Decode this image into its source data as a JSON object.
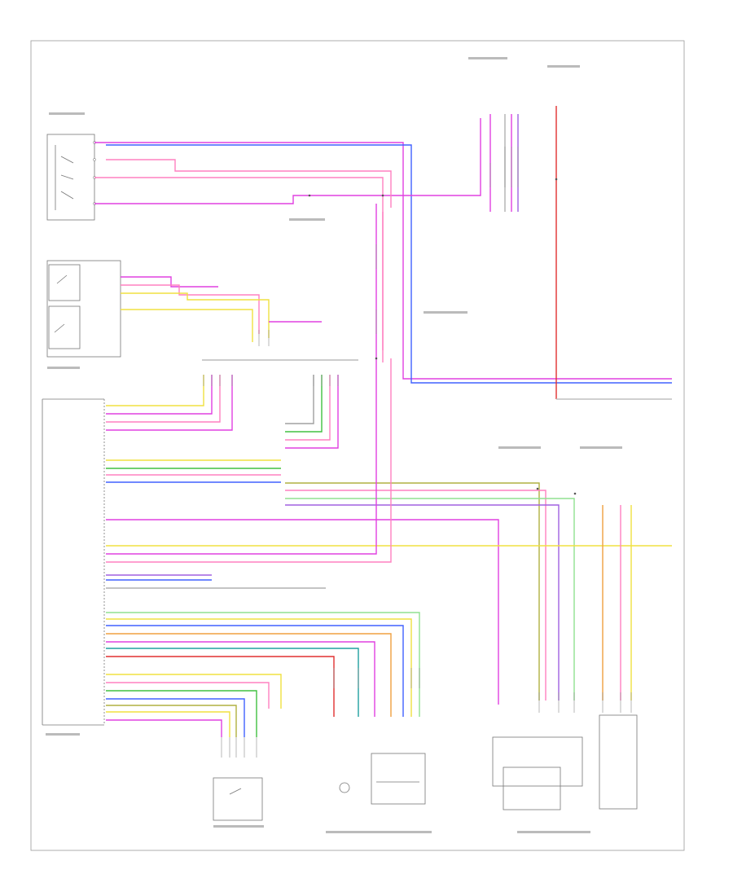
{
  "diagram": {
    "footer_code": "",
    "components": [
      {
        "id": "wiper-switch",
        "label": ""
      },
      {
        "id": "hood-switch",
        "label": ""
      },
      {
        "id": "powertrain-control-module",
        "label": ""
      },
      {
        "id": "accelerator-pedal-sensor",
        "label": ""
      },
      {
        "id": "throttle-body",
        "label": ""
      },
      {
        "id": "transmission-range-sensor",
        "label": ""
      }
    ],
    "colors": {
      "magenta": "#e040e0",
      "pink": "#ff80c0",
      "yellow": "#f0e040",
      "green": "#40c040",
      "blue": "#4060ff",
      "red": "#e03030",
      "purple": "#a060e0",
      "teal": "#20a0a0",
      "gray": "#a0a0a0",
      "olive": "#b0b040",
      "lightgreen": "#90e090",
      "orange": "#f0a040"
    }
  }
}
